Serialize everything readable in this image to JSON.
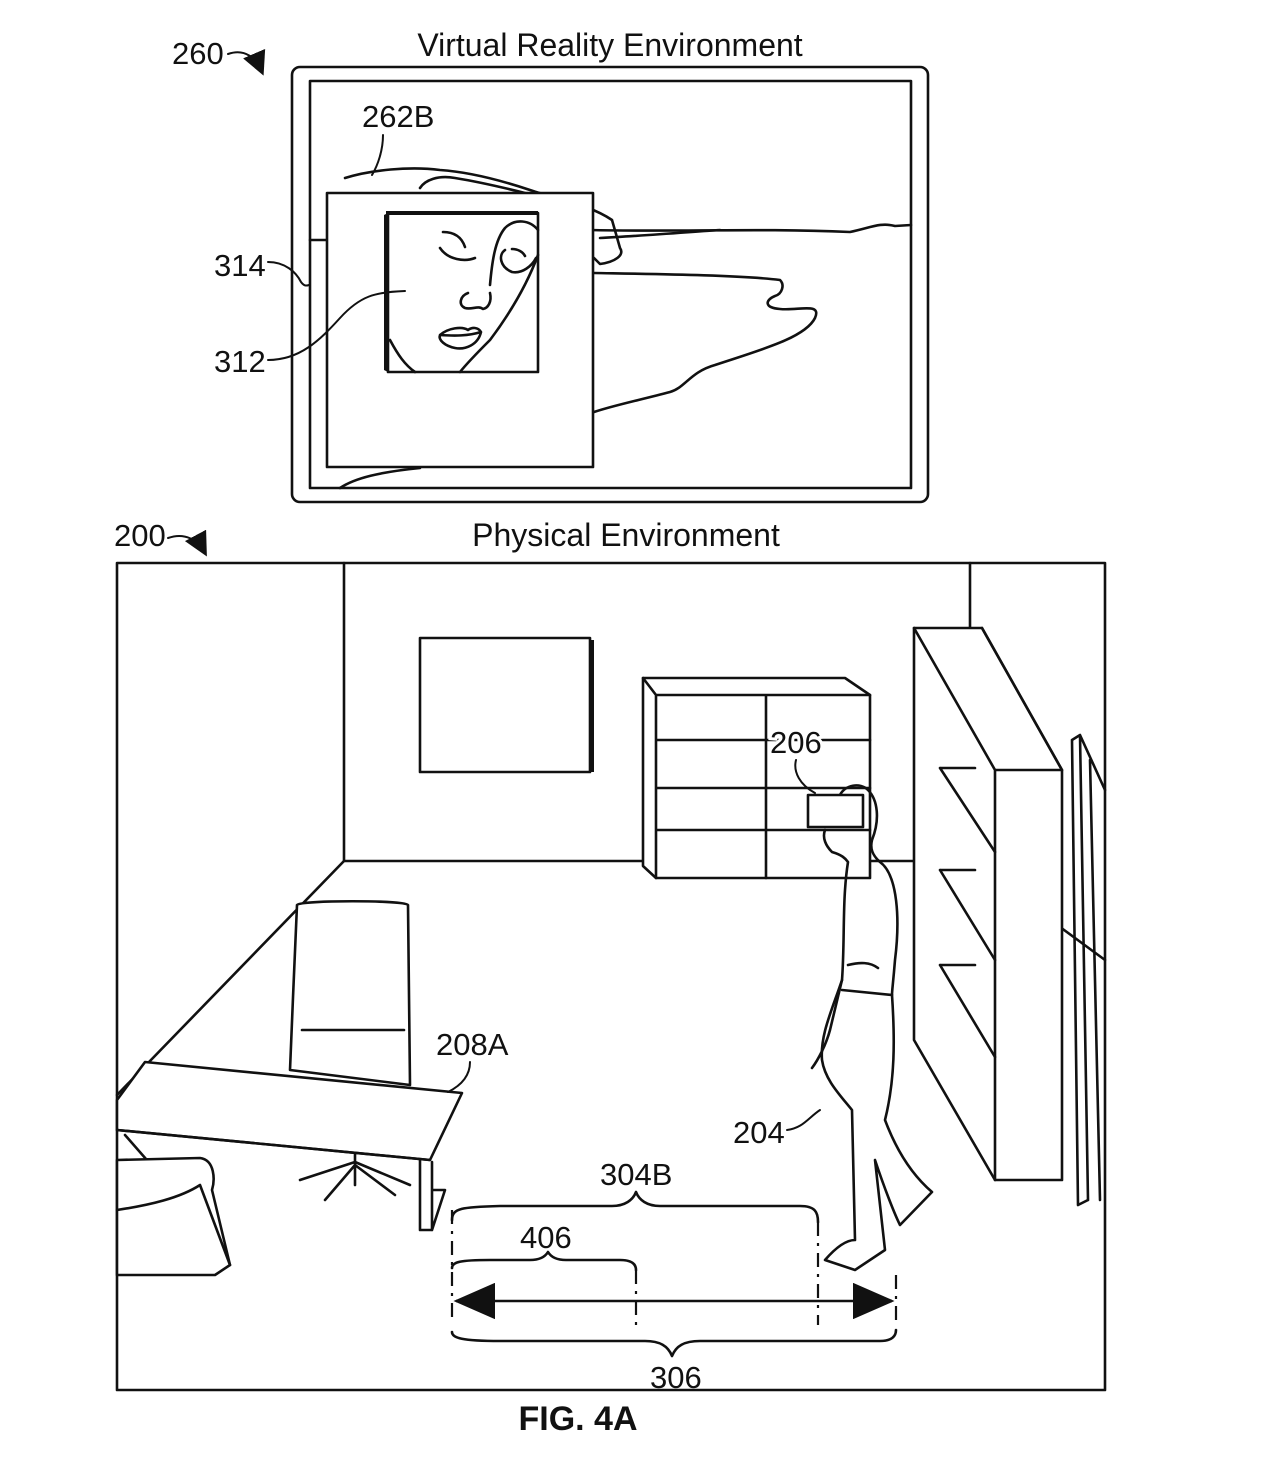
{
  "figure": {
    "label": "FIG. 4A"
  },
  "vr_panel": {
    "title": "Virtual Reality Environment",
    "ref": "260",
    "callouts": {
      "hand": "262B",
      "window": "314",
      "face": "312"
    }
  },
  "physical_panel": {
    "title": "Physical Environment",
    "ref": "200",
    "callouts": {
      "headset": "206",
      "desk": "208A",
      "user": "204",
      "boundary_span": "304B",
      "inner_span": "406",
      "full_span": "306"
    }
  }
}
